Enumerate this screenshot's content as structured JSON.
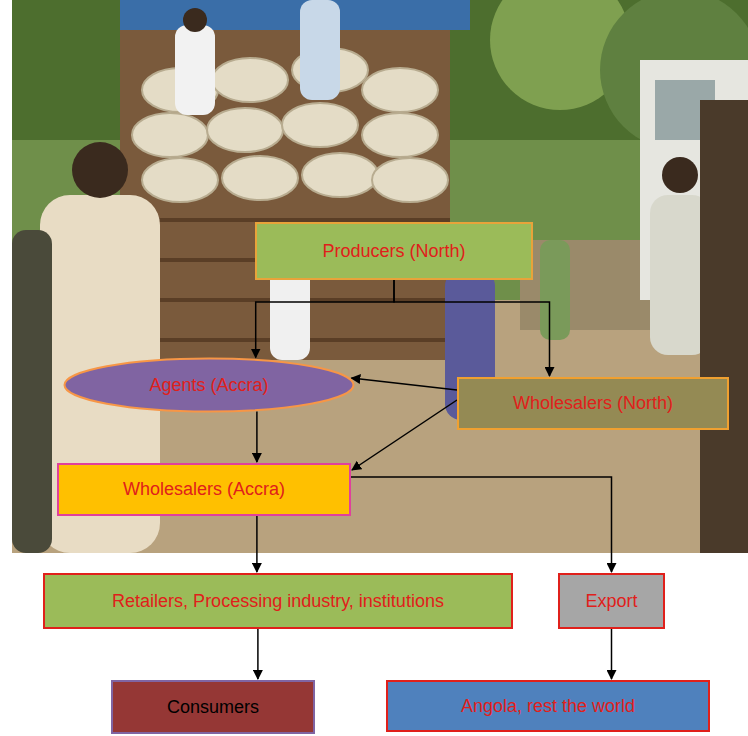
{
  "diagram": {
    "nodes": [
      {
        "text": [
          "Producers (North)"
        ]
      },
      {
        "text": [
          "Agents (Accra)"
        ]
      },
      {
        "text": [
          "Wholesalers (North)"
        ]
      },
      {
        "text": [
          "Wholesalers (Accra)"
        ]
      },
      {
        "text": [
          "Retailers, Processing industry, institutions"
        ]
      },
      {
        "text": [
          "Export"
        ]
      },
      {
        "text": [
          "Consumers"
        ]
      },
      {
        "text": [
          "Angola, rest the world"
        ]
      }
    ],
    "edges": [
      {
        "from": 0,
        "to": 1,
        "arrow": "to"
      },
      {
        "from": 0,
        "to": 2,
        "arrow": "to"
      },
      {
        "from": 2,
        "to": 1,
        "arrow": "to"
      },
      {
        "from": 2,
        "to": 3,
        "arrow": "to"
      },
      {
        "from": 1,
        "to": 3,
        "arrow": "to"
      },
      {
        "from": 3,
        "to": 4,
        "arrow": "to"
      },
      {
        "from": 3,
        "to": 5,
        "arrow": "to"
      },
      {
        "from": 4,
        "to": 6,
        "arrow": "to"
      },
      {
        "from": 5,
        "to": 7,
        "arrow": "to"
      }
    ]
  }
}
